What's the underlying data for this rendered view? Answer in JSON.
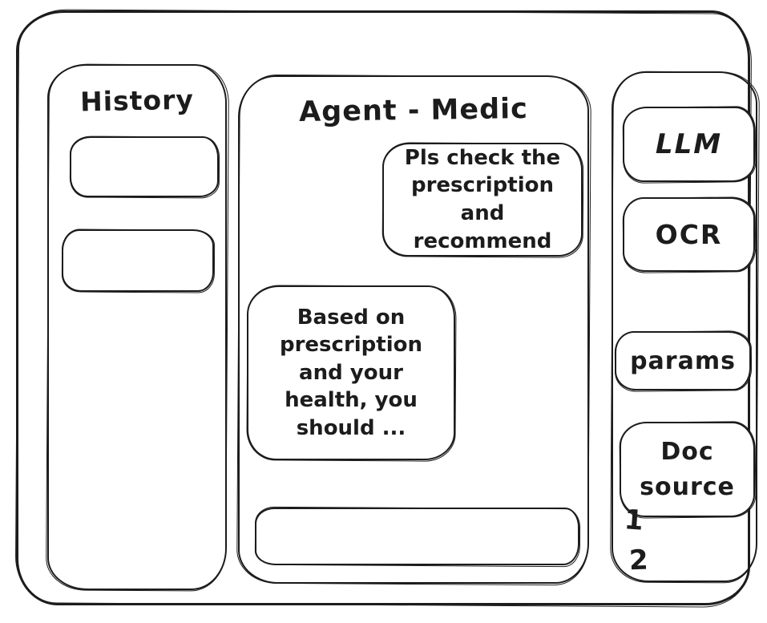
{
  "window": {
    "background": "#ffffff",
    "stroke": "#1c1c1c"
  },
  "history_panel": {
    "title": "History",
    "items": [
      {
        "label": ""
      },
      {
        "label": ""
      }
    ]
  },
  "chat_panel": {
    "title": "Agent - Medic",
    "messages": [
      {
        "role": "user",
        "align": "right",
        "text": "Pls check the\nprescription\nand recommend"
      },
      {
        "role": "assistant",
        "align": "left",
        "text": "Based on\nprescription\nand your\nhealth, you\nshould ..."
      }
    ],
    "input_value": ""
  },
  "tools_panel": {
    "buttons": [
      {
        "label": "LLM"
      },
      {
        "label": "OCR"
      },
      {
        "label": "params"
      },
      {
        "label": "Doc\nsource"
      }
    ],
    "doc_source_items": [
      "1",
      "2"
    ]
  }
}
